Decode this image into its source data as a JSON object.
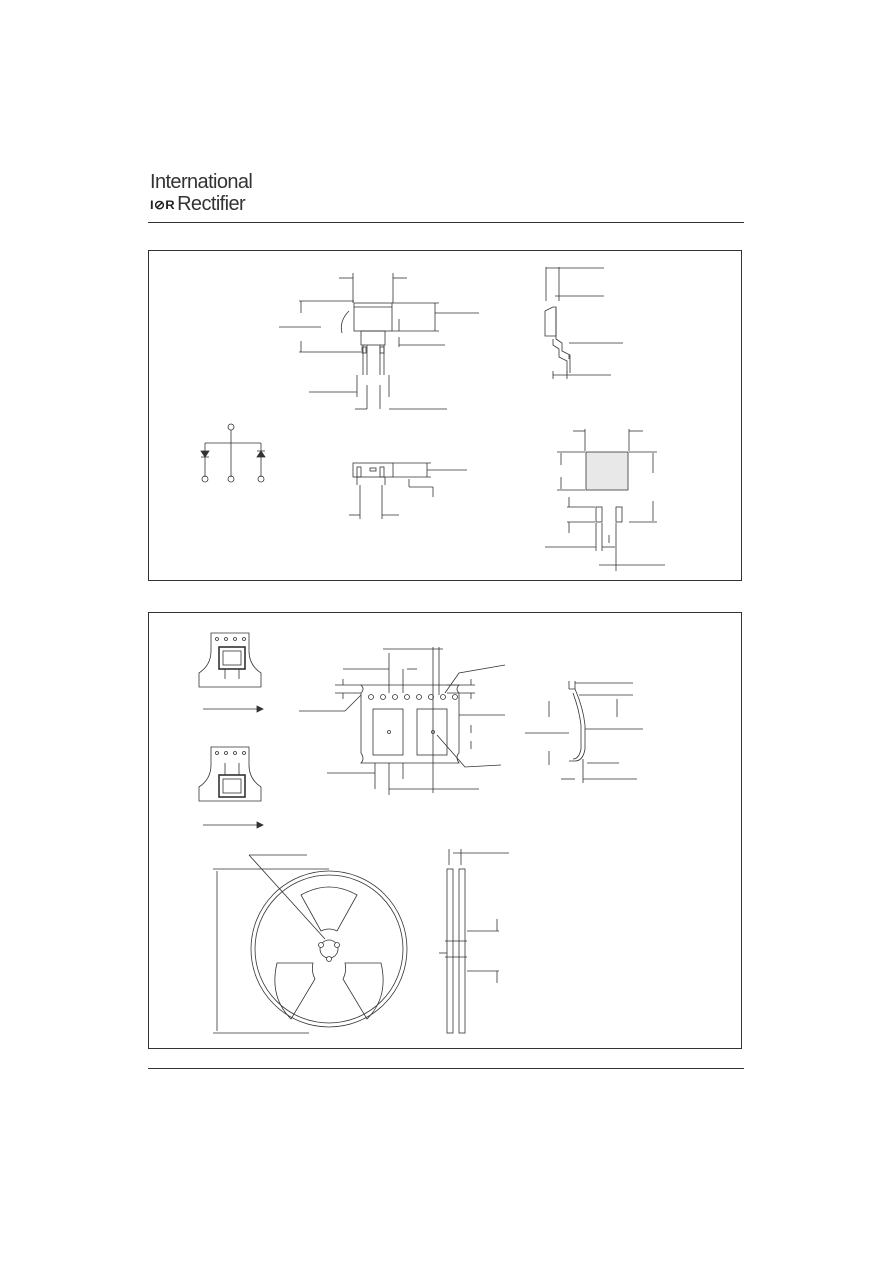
{
  "header": {
    "brand_line1": "International",
    "brand_logo": "I⊘R",
    "brand_line2": "Rectifier"
  },
  "colors": {
    "ink": "#333333",
    "pad_fill": "#e8e8e8"
  }
}
